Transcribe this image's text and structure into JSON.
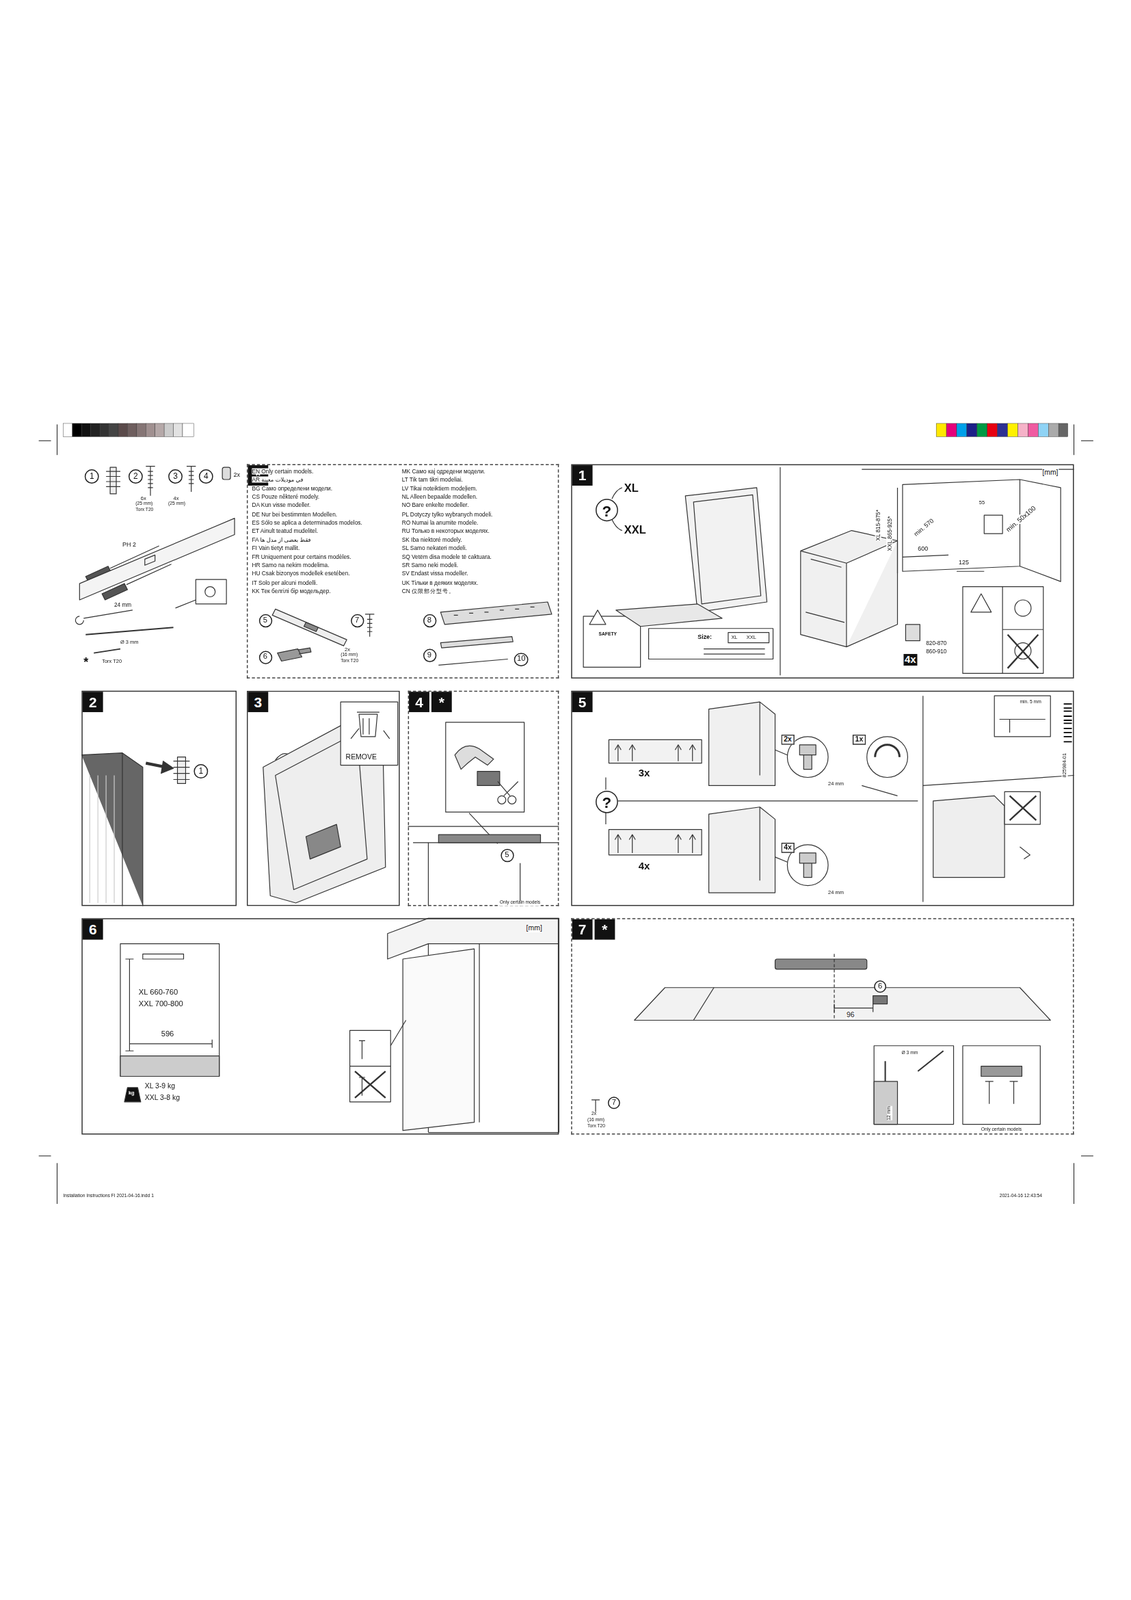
{
  "diagram": {
    "nodes": [
      {
        "text": [
          "1"
        ]
      },
      {
        "text": [
          "2"
        ]
      },
      {
        "text": [
          "3"
        ]
      },
      {
        "text": [
          "4"
        ]
      },
      {
        "text": [
          "*"
        ]
      },
      {
        "text": [
          "5"
        ],
        "in": 4
      },
      {
        "text": [
          "6"
        ],
        "in": 4
      },
      {
        "text": [
          "7"
        ],
        "in": 4
      },
      {
        "text": [
          "8"
        ],
        "in": 4
      },
      {
        "text": [
          "9"
        ],
        "in": 4
      },
      {
        "text": [
          "10"
        ],
        "in": 4
      },
      {
        "text": [
          "1"
        ]
      },
      {
        "text": [
          "2"
        ]
      },
      {
        "text": [
          "1"
        ],
        "in": 12
      },
      {
        "text": [
          "3"
        ]
      },
      {
        "text": [
          "4",
          "*"
        ]
      },
      {
        "text": [
          "5"
        ],
        "in": 15
      },
      {
        "text": [
          "5"
        ]
      },
      {
        "text": [
          "6"
        ]
      },
      {
        "text": [
          "7",
          "*"
        ]
      },
      {
        "text": [
          "6"
        ],
        "in": 19
      },
      {
        "text": [
          "7"
        ],
        "in": 19
      },
      {
        "text": [
          "?"
        ],
        "in": 11
      },
      {
        "text": [
          "?"
        ],
        "in": 17
      }
    ],
    "labels": [
      "6x",
      "(25 mm)",
      "Torx T20",
      "4x",
      "(25 mm)",
      "2x",
      "PH 2",
      "24 mm",
      "Ø 3 mm",
      "*",
      "Torx T20",
      "EN Only certain models.",
      "AR في موديلات معينة",
      "BG Само определени модели.",
      "CS Pouze některé modely.",
      "DA Kun visse modeller.",
      "DE Nur bei bestimmten Modellen.",
      "ES Sólo se aplica a determinados modelos.",
      "ET Ainult teatud mudelitel.",
      "FA فقط بعضی از مدل ها",
      "FI Vain tietyt mallit.",
      "FR Uniquement pour certains modèles.",
      "HR Samo na nekim modelima.",
      "HU Csak bizonyos modellek esetében.",
      "IT Solo per alcuni modelli.",
      "KK Тек белгілі бір модельдер.",
      "MK Само кај одредени модели.",
      "LT Tik tam tikri modeliai.",
      "LV Tikai noteiktiem modeļiem.",
      "NL Alleen bepaalde modellen.",
      "NO Bare enkelte modeller.",
      "PL Dotyczy tylko wybranych modeli.",
      "RO Numai la anumite modele.",
      "RU Только в некоторых моделях.",
      "SK Iba niektoré modely.",
      "SL Samo nekateri modeli.",
      "SQ Vetëm disa modele të caktuara.",
      "SR Samo neki modeli.",
      "SV Endast vissa modeller.",
      "UK Тільки в деяких моделях.",
      "CN 仅限部分型号。",
      "2x",
      "(16 mm)",
      "Torx T20",
      "XL",
      "XXL",
      "SAFETY",
      "Size:",
      "XL",
      "XXL",
      "[mm]",
      "XL 815-875*",
      "XXL 865-925*",
      "min. 570",
      "600",
      "125",
      "55",
      "min. 50x100",
      "4x",
      "820-870",
      "860-910",
      "REMOVE",
      "Only certain models",
      "3x",
      "4x",
      "2x",
      "1x",
      "24 mm",
      "4x",
      "24 mm",
      "min. 5 mm",
      "825984-01",
      "[mm]",
      "XL 660-760",
      "XXL 700-800",
      "596",
      "kg",
      "XL 3-9 kg",
      "XXL 3-8 kg",
      "96",
      "2x",
      "(16 mm)",
      "Torx T20",
      "Ø 3 mm",
      "12 mm",
      "Only certain models",
      "Installation Instructions FI 2021-04-16.indd 1",
      "2021-04-16 12:43:54"
    ]
  }
}
